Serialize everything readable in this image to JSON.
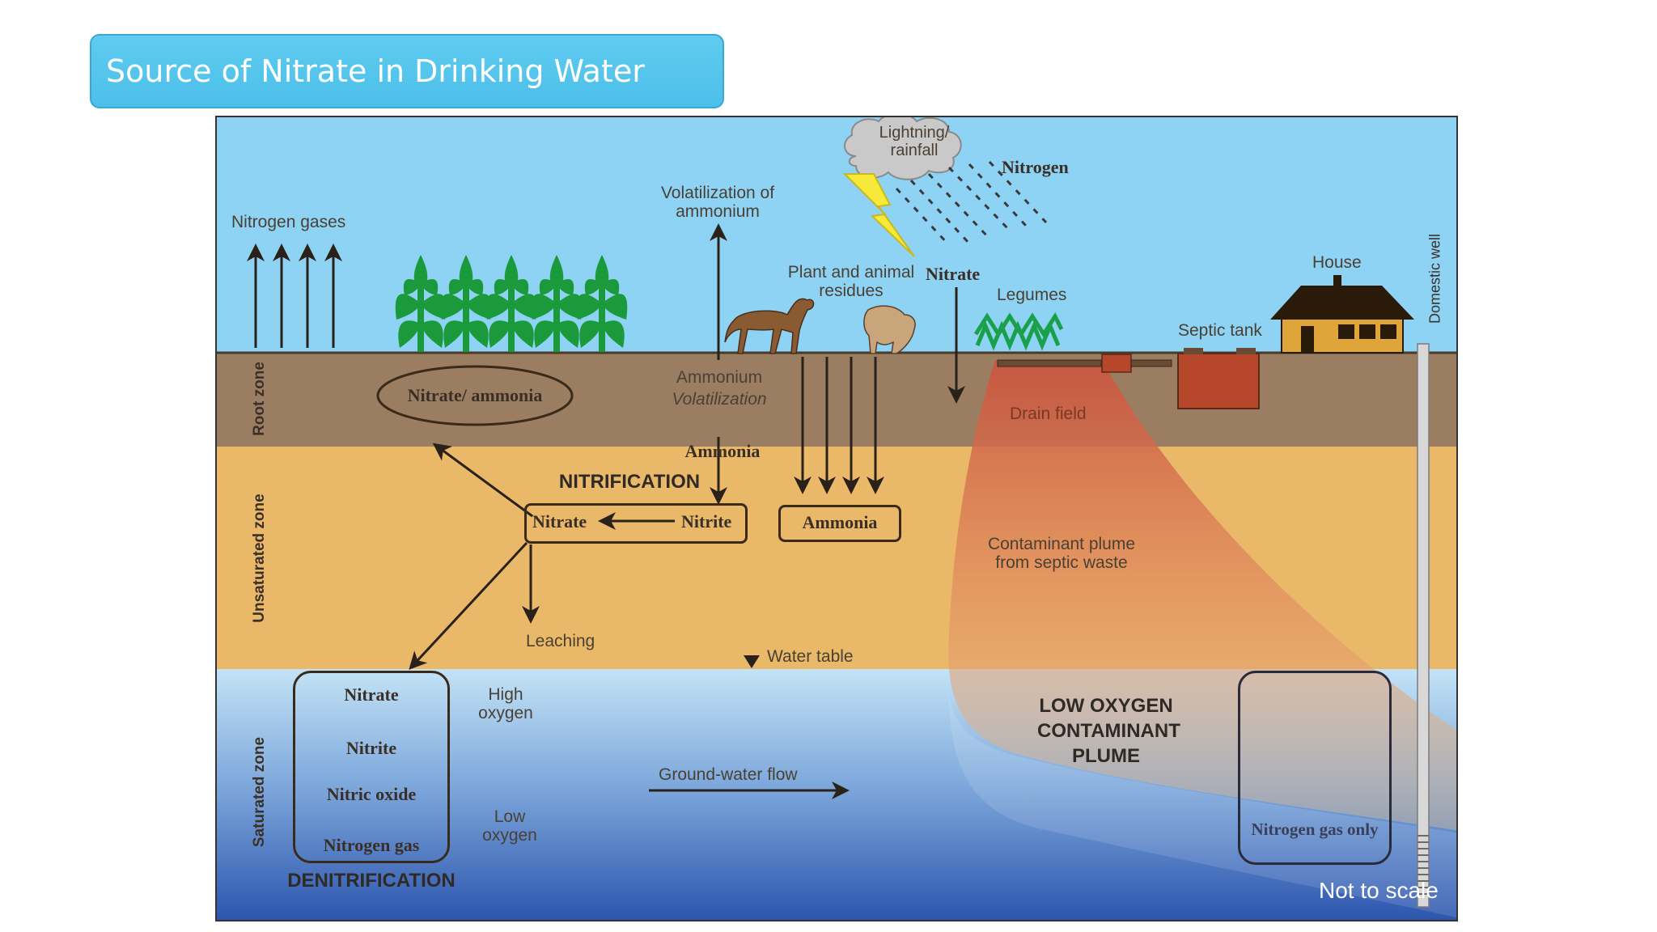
{
  "slide": {
    "title": "Source of Nitrate in Drinking Water"
  },
  "diagram": {
    "zones": {
      "root": "Root zone",
      "unsaturated": "Unsaturated zone",
      "saturated": "Saturated zone"
    },
    "labels": {
      "nitrogen_gases": "Nitrogen gases",
      "volatilization_ammonium": "Volatilization of ammonium",
      "lightning_rainfall": "Lightning/ rainfall",
      "nitrogen": "Nitrogen",
      "plant_animal_residues": "Plant and animal residues",
      "nitrate_top": "Nitrate",
      "legumes": "Legumes",
      "house": "House",
      "septic_tank": "Septic tank",
      "domestic_well": "Domestic well",
      "nitrate_ammonia_oval": "Nitrate/ ammonia",
      "ammonium_volatilization_1": "Ammonium",
      "ammonium_volatilization_2": "Volatilization",
      "ammonia": "Ammonia",
      "drain_field": "Drain field",
      "nitrification": "NITRIFICATION",
      "nitrification_nitrate": "Nitrate",
      "nitrification_nitrite": "Nitrite",
      "ammonia_box": "Ammonia",
      "contaminant_plume": "Contaminant plume from septic waste",
      "leaching": "Leaching",
      "water_table": "Water table",
      "denit_nitrate": "Nitrate",
      "denit_nitrite": "Nitrite",
      "denit_nitric_oxide": "Nitric oxide",
      "denit_nitrogen_gas": "Nitrogen gas",
      "denitrification": "DENITRIFICATION",
      "high_oxygen": "High oxygen",
      "low_oxygen": "Low oxygen",
      "ground_water_flow": "Ground-water flow",
      "low_oxygen_plume": "LOW OXYGEN CONTAMINANT PLUME",
      "nitrogen_gas_only": "Nitrogen gas only",
      "not_to_scale": "Not to scale"
    },
    "colors": {
      "sky": "#8ed3f4",
      "root_zone": "#9b7e62",
      "unsaturated_zone": "#e9b868",
      "saturated_top": "#bfe0f5",
      "saturated_bottom": "#2c58b0",
      "plume": "#d9644a",
      "crops": "#1a9a3a",
      "lightning": "#f6e93a"
    }
  }
}
